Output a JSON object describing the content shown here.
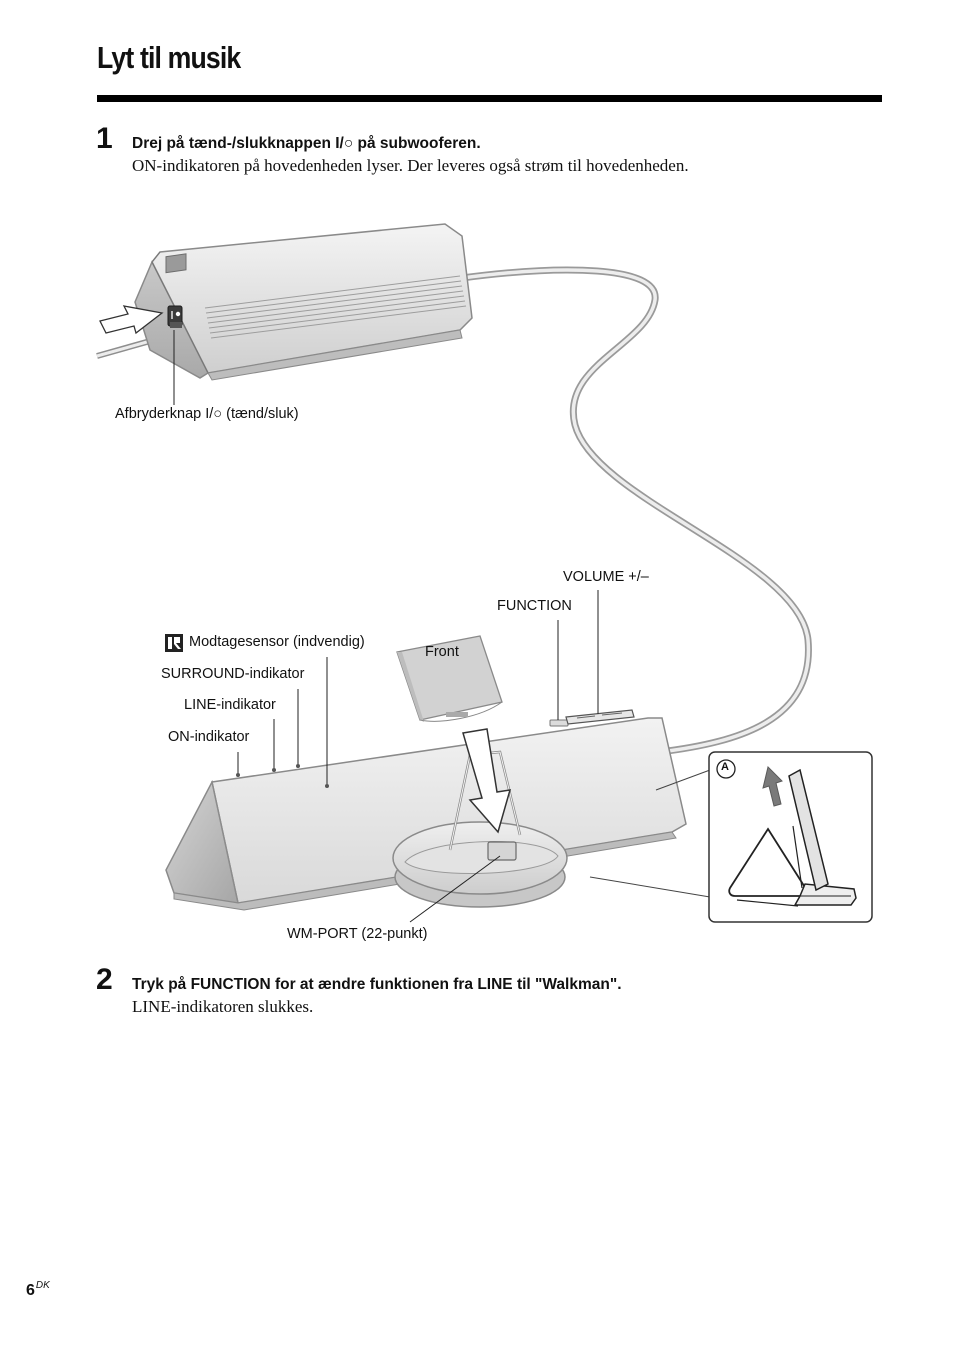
{
  "page": {
    "title": "Lyt til musik",
    "page_number": "6",
    "page_suffix": "DK"
  },
  "steps": [
    {
      "number": "1",
      "heading": "Drej på tænd-/slukknappen I/○ på subwooferen.",
      "body": "ON-indikatoren på hovedenheden lyser. Der leveres også strøm til hovedenheden."
    },
    {
      "number": "2",
      "heading": "Tryk på FUNCTION for at ændre funktionen fra LINE til \"Walkman\".",
      "body": "LINE-indikatoren slukkes."
    }
  ],
  "figure": {
    "labels": {
      "power_switch": "Afbryderknap I/○ (tænd/sluk)",
      "volume": "VOLUME +/–",
      "function": "FUNCTION",
      "remote_sensor": "Modtagesensor (indvendig)",
      "remote_sensor_icon": "IR",
      "front": "Front",
      "surround": "SURROUND-indikator",
      "line": "LINE-indikator",
      "on": "ON-indikator",
      "wm_port": "WM-PORT (22-punkt)",
      "inset_marker": "A"
    }
  }
}
